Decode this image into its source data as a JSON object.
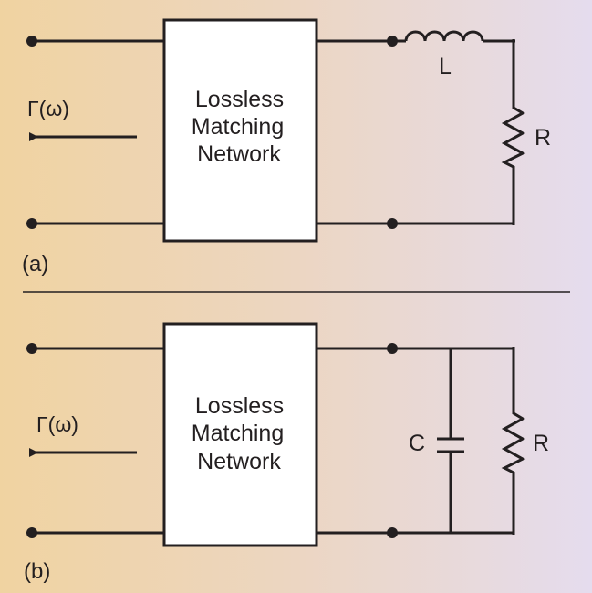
{
  "panel_a": {
    "label": "(a)",
    "network_lines": [
      "Lossless",
      "Matching",
      "Network"
    ],
    "gamma": "Γ(ω)",
    "inductor_label": "L",
    "resistor_label": "R"
  },
  "panel_b": {
    "label": "(b)",
    "network_lines": [
      "Lossless",
      "Matching",
      "Network"
    ],
    "gamma": "Γ(ω)",
    "capacitor_label": "C",
    "resistor_label": "R"
  },
  "colors": {
    "ink": "#231f20",
    "box_fill": "#ffffff",
    "bg_left": "#f0d3a1",
    "bg_right": "#e5dcee"
  }
}
